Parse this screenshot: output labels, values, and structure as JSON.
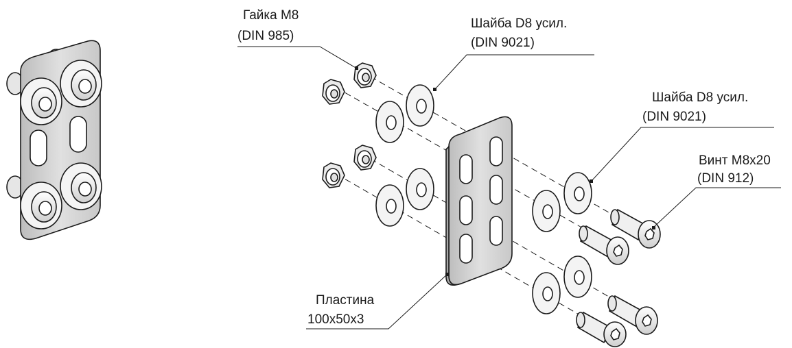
{
  "callouts": {
    "nut": {
      "line1": "Гайка М8",
      "line2": "(DIN 985)"
    },
    "washer_top": {
      "line1": "Шайба D8 усил.",
      "line2": "(DIN 9021)"
    },
    "washer_right": {
      "line1": "Шайба D8 усил.",
      "line2": "(DIN 9021)"
    },
    "screw": {
      "line1": "Винт М8х20",
      "line2": "(DIN 912)"
    },
    "plate": {
      "line1": "Пластина",
      "line2": "100х50х3"
    }
  },
  "colors": {
    "plate_fill": "#d7d7d7",
    "part_fill": "#f2f2f2",
    "line": "#1a1a1a",
    "background": "#ffffff"
  }
}
